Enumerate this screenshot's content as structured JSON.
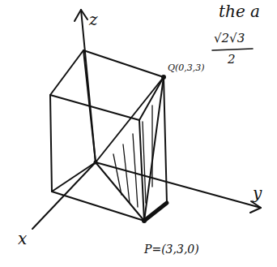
{
  "diagram": {
    "labels": [
      "z",
      "Q(0,3,3)",
      "the a",
      "√2√3",
      "2",
      "y",
      "x",
      "P=(3,3,0)"
    ]
  }
}
